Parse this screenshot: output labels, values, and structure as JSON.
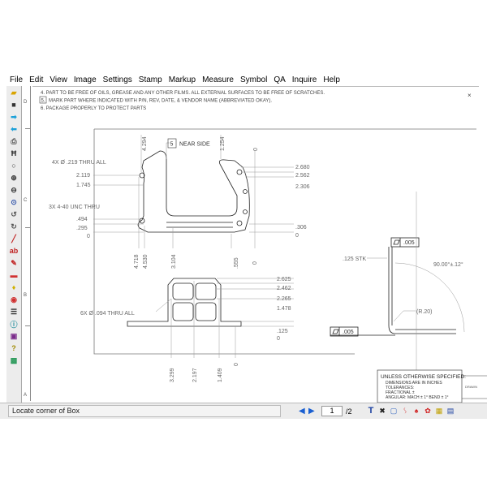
{
  "menu": [
    "File",
    "Edit",
    "View",
    "Image",
    "Settings",
    "Stamp",
    "Markup",
    "Measure",
    "Symbol",
    "QA",
    "Inquire",
    "Help"
  ],
  "notes": {
    "n4": "4. PART TO BE FREE OF OILS, GREASE AND ANY OTHER FILMS. ALL EXTERNAL SURFACES TO BE FREE OF SCRATCHES.",
    "n5_box": "5.",
    "n5": "MARK PART WHERE INDICATED WITH P/N, REV, DATE, & VENDOR NAME (ABBREVIATED OKAY).",
    "n6": "6. PACKAGE PROPERLY TO PROTECT PARTS"
  },
  "close_label": "×",
  "zones": [
    "D",
    "C",
    "B",
    "A"
  ],
  "toolbar_icons": [
    "open-folder-icon",
    "save-icon",
    "forward-arrow-icon",
    "back-arrow-icon",
    "print-icon",
    "binoculars-icon",
    "zoom-icon",
    "zoom-in-icon",
    "zoom-out-icon",
    "zoom-area-icon",
    "rotate-ccw-icon",
    "rotate-cw-icon",
    "pencil-icon",
    "text-ab-icon",
    "markup-text-icon",
    "stamp-icon",
    "bulb-icon",
    "measure-icon",
    "settings-sliders-icon",
    "info-icon",
    "book-icon",
    "help-icon",
    "map-icon"
  ],
  "drawing": {
    "top_view": {
      "hole_callout": "4X Ø .219 THRU ALL",
      "thread_callout": "3X 4-40 UNC THRU",
      "flag_num": "5",
      "flag_text": "NEAR SIDE",
      "left_dims": [
        "2.119",
        "1.745",
        ".494",
        ".295",
        "0"
      ],
      "right_dims": [
        "2.680",
        "2.562",
        "2.306",
        ".306",
        "0"
      ],
      "bottom_dims": [
        "4.718",
        "4.530",
        "3.104",
        ".555",
        "0"
      ],
      "top_dims": [
        "4.294",
        "1.254",
        "0"
      ]
    },
    "front_view": {
      "hole_callout": "6X Ø .094 THRU ALL",
      "right_dims": [
        "2.625",
        "2.462",
        "2.265",
        "1.478",
        ".125",
        "0"
      ],
      "bottom_dims": [
        "3.299",
        "2.197",
        "1.409",
        "0"
      ]
    },
    "side_view": {
      "flatness_top": ".005",
      "flatness_bottom": ".005",
      "thickness": ".125 STK",
      "angle": "90.00°±.12°",
      "radius": "(R.20)"
    },
    "title_block": {
      "heading": "UNLESS OTHERWISE SPECIFIED:",
      "line1": "DIMENSIONS ARE IN INCHES",
      "line2": "TOLERANCES:",
      "line3": "FRACTIONAL ±",
      "line4": "ANGULAR: MACH ± 1°  BEND ± 1°",
      "drawn": "DRAWN"
    }
  },
  "status": {
    "message": "Locate corner of Box",
    "page": "1",
    "total": "/2",
    "icons": [
      "text-T-icon",
      "close-x-icon",
      "window-icon",
      "markup-red-icon",
      "lock-markup-icon",
      "stamp-red-icon",
      "color-icon",
      "compare-icon"
    ]
  }
}
